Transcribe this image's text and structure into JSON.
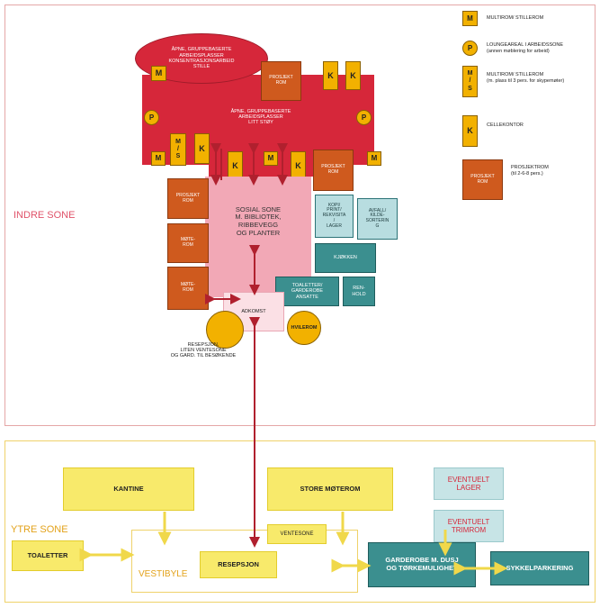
{
  "zones": {
    "inner_label": "INDRE SONE",
    "outer_label": "YTRE SONE"
  },
  "inner": {
    "ellipse_label": "ÅPNE, GRUPPEBASERTE\nARBEIDSPLASSER\nKONSENTRASJONSARBEID\nSTILLE",
    "red_area_label": "ÅPNE, GRUPPEBASERTE\nARBEIDSPLASSER\nLITT STØY",
    "m": "M",
    "k": "K",
    "p": "P",
    "ms": "M\n/\nS",
    "prosjekt_rom": "PROSJEKT\nROM",
    "mote_rom": "MØTE-\nROM",
    "sosial_sone": "SOSIAL SONE\nM. BIBLIOTEK,\nRIBBEVEGG\nOG PLANTER",
    "kopi": "KOPI/\nPRINT/\nREKVISITA\n/\nLAGER",
    "avfall": "AVFALL/\nKILDE-\nSORTERIN\nG",
    "kjokken": "KJØKKEN",
    "toaletter_ansatte": "TOALETTER/\nGARDEROBE\nANSATTE",
    "renhold": "REN-\nHOLD",
    "adkomst": "ADKOMST",
    "hvilerom": "HVILEROM",
    "resepsjon_note": "RESEPSJON,\nLITEN VENTESONE\nOG GARD. TIL BESØKENDE"
  },
  "legend": {
    "m_text": "MULTIROM/ STILLEROM",
    "p_text": "LOUNGEAREAL I ARBEIDSSONE\n(annen møblering for arbeid)",
    "ms_text": "MULTIROM/ STILLEROM\n(m. plass til 3 pers. for skypemøter)",
    "k_text": "CELLEKONTOR",
    "prosj_text": "PROSJEKTROM\n(til 2-6-8 pers.)",
    "prosj_box": "PROSJEKT\nROM"
  },
  "outer": {
    "kantine": "KANTINE",
    "store_moterom": "STORE MØTEROM",
    "eventuelt_lager": "EVENTUELT\nLAGER",
    "eventuelt_trimrom": "EVENTUELT\nTRIMROM",
    "toaletter": "TOALETTER",
    "vestibyle": "VESTIBYLE",
    "resepsjon": "RESEPSJON",
    "ventesone": "VENTESONE",
    "garderobe": "GARDEROBE M. DUSJ\nOG TØRKEMULIGHET",
    "sykkelparkering": "SYKKELPARKERING"
  },
  "colors": {
    "red": "#d6273a",
    "orange": "#cf5a1e",
    "teal": "#3b8f8f",
    "yellow": "#f8ea6b",
    "gold": "#f2b100",
    "pink": "#f2a8b6"
  }
}
